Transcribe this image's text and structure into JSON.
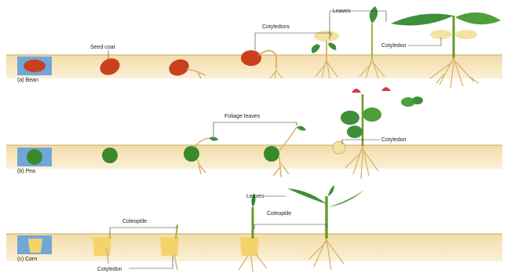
{
  "rows": [
    {
      "id": "bean",
      "caption": "(a) Bean",
      "labels": {
        "seed_coat": "Seed coat",
        "cotyledons": "Cotyledons",
        "leaves": "Leaves",
        "cotyledon": "Cotyledon"
      }
    },
    {
      "id": "pea",
      "caption": "(b) Pea",
      "labels": {
        "foliage_leaves": "Foliage leaves",
        "cotyledon": "Cotyledon"
      }
    },
    {
      "id": "corn",
      "caption": "(c) Corn",
      "labels": {
        "coleoptile_top": "Coleoptile",
        "leaves": "Leaves",
        "coleoptile_right": "Coleoptile",
        "cotyledon": "Cotyledon"
      }
    }
  ],
  "colors": {
    "soil": "#f0d7a4",
    "soil_edge": "#c9a66a",
    "root": "#d8b36a",
    "leaf": "#3f8f3a",
    "bean_seed": "#c8401e",
    "pea_seed": "#3a8a2a",
    "corn_seed": "#f2d46b",
    "swatch": "#6fa7d9"
  }
}
